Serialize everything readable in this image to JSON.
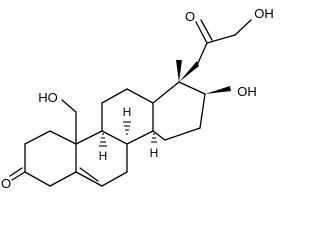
{
  "molecule": {
    "atom_labels": {
      "ketone_oxygen_c20": "O",
      "hydroxyl_c21": "OH",
      "hydroxyl_c17": "OH",
      "hydroxyl_c19": "HO",
      "ketone_oxygen_c3": "O",
      "hydrogen_c8": "H",
      "hydrogen_c9": "H",
      "hydrogen_c14": "H"
    }
  }
}
